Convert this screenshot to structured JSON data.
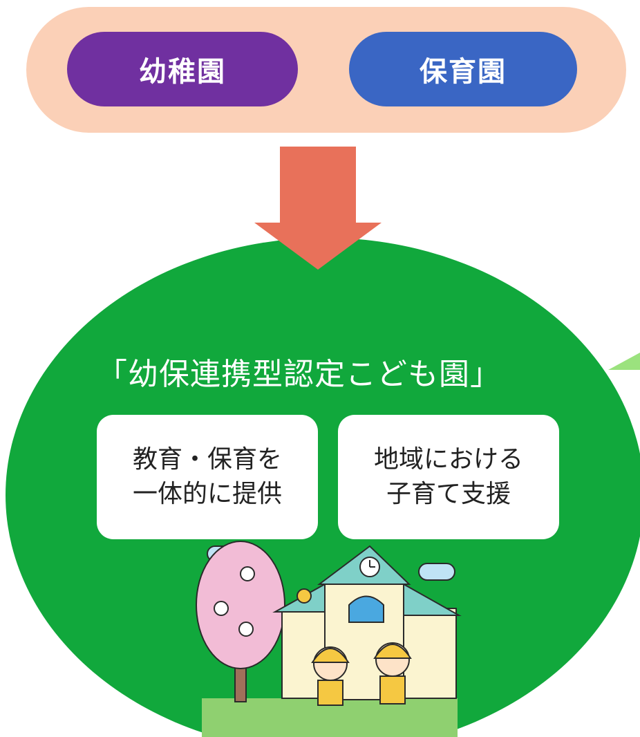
{
  "top_band": {
    "color": "#fbd0b7",
    "pills": [
      {
        "label": "幼稚園",
        "color": "#7030a0"
      },
      {
        "label": "保育園",
        "color": "#3a66c4"
      }
    ]
  },
  "arrow": {
    "color": "#e8715a",
    "direction": "down"
  },
  "main": {
    "color": "#11a83c",
    "title": "「幼保連携型認定こども園」",
    "cards": [
      {
        "line1": "教育・保育を",
        "line2": "一体的に提供"
      },
      {
        "line1": "地域における",
        "line2": "子育て支援"
      }
    ]
  },
  "illustration": {
    "icon": "kindergarten-building-children-icon"
  }
}
